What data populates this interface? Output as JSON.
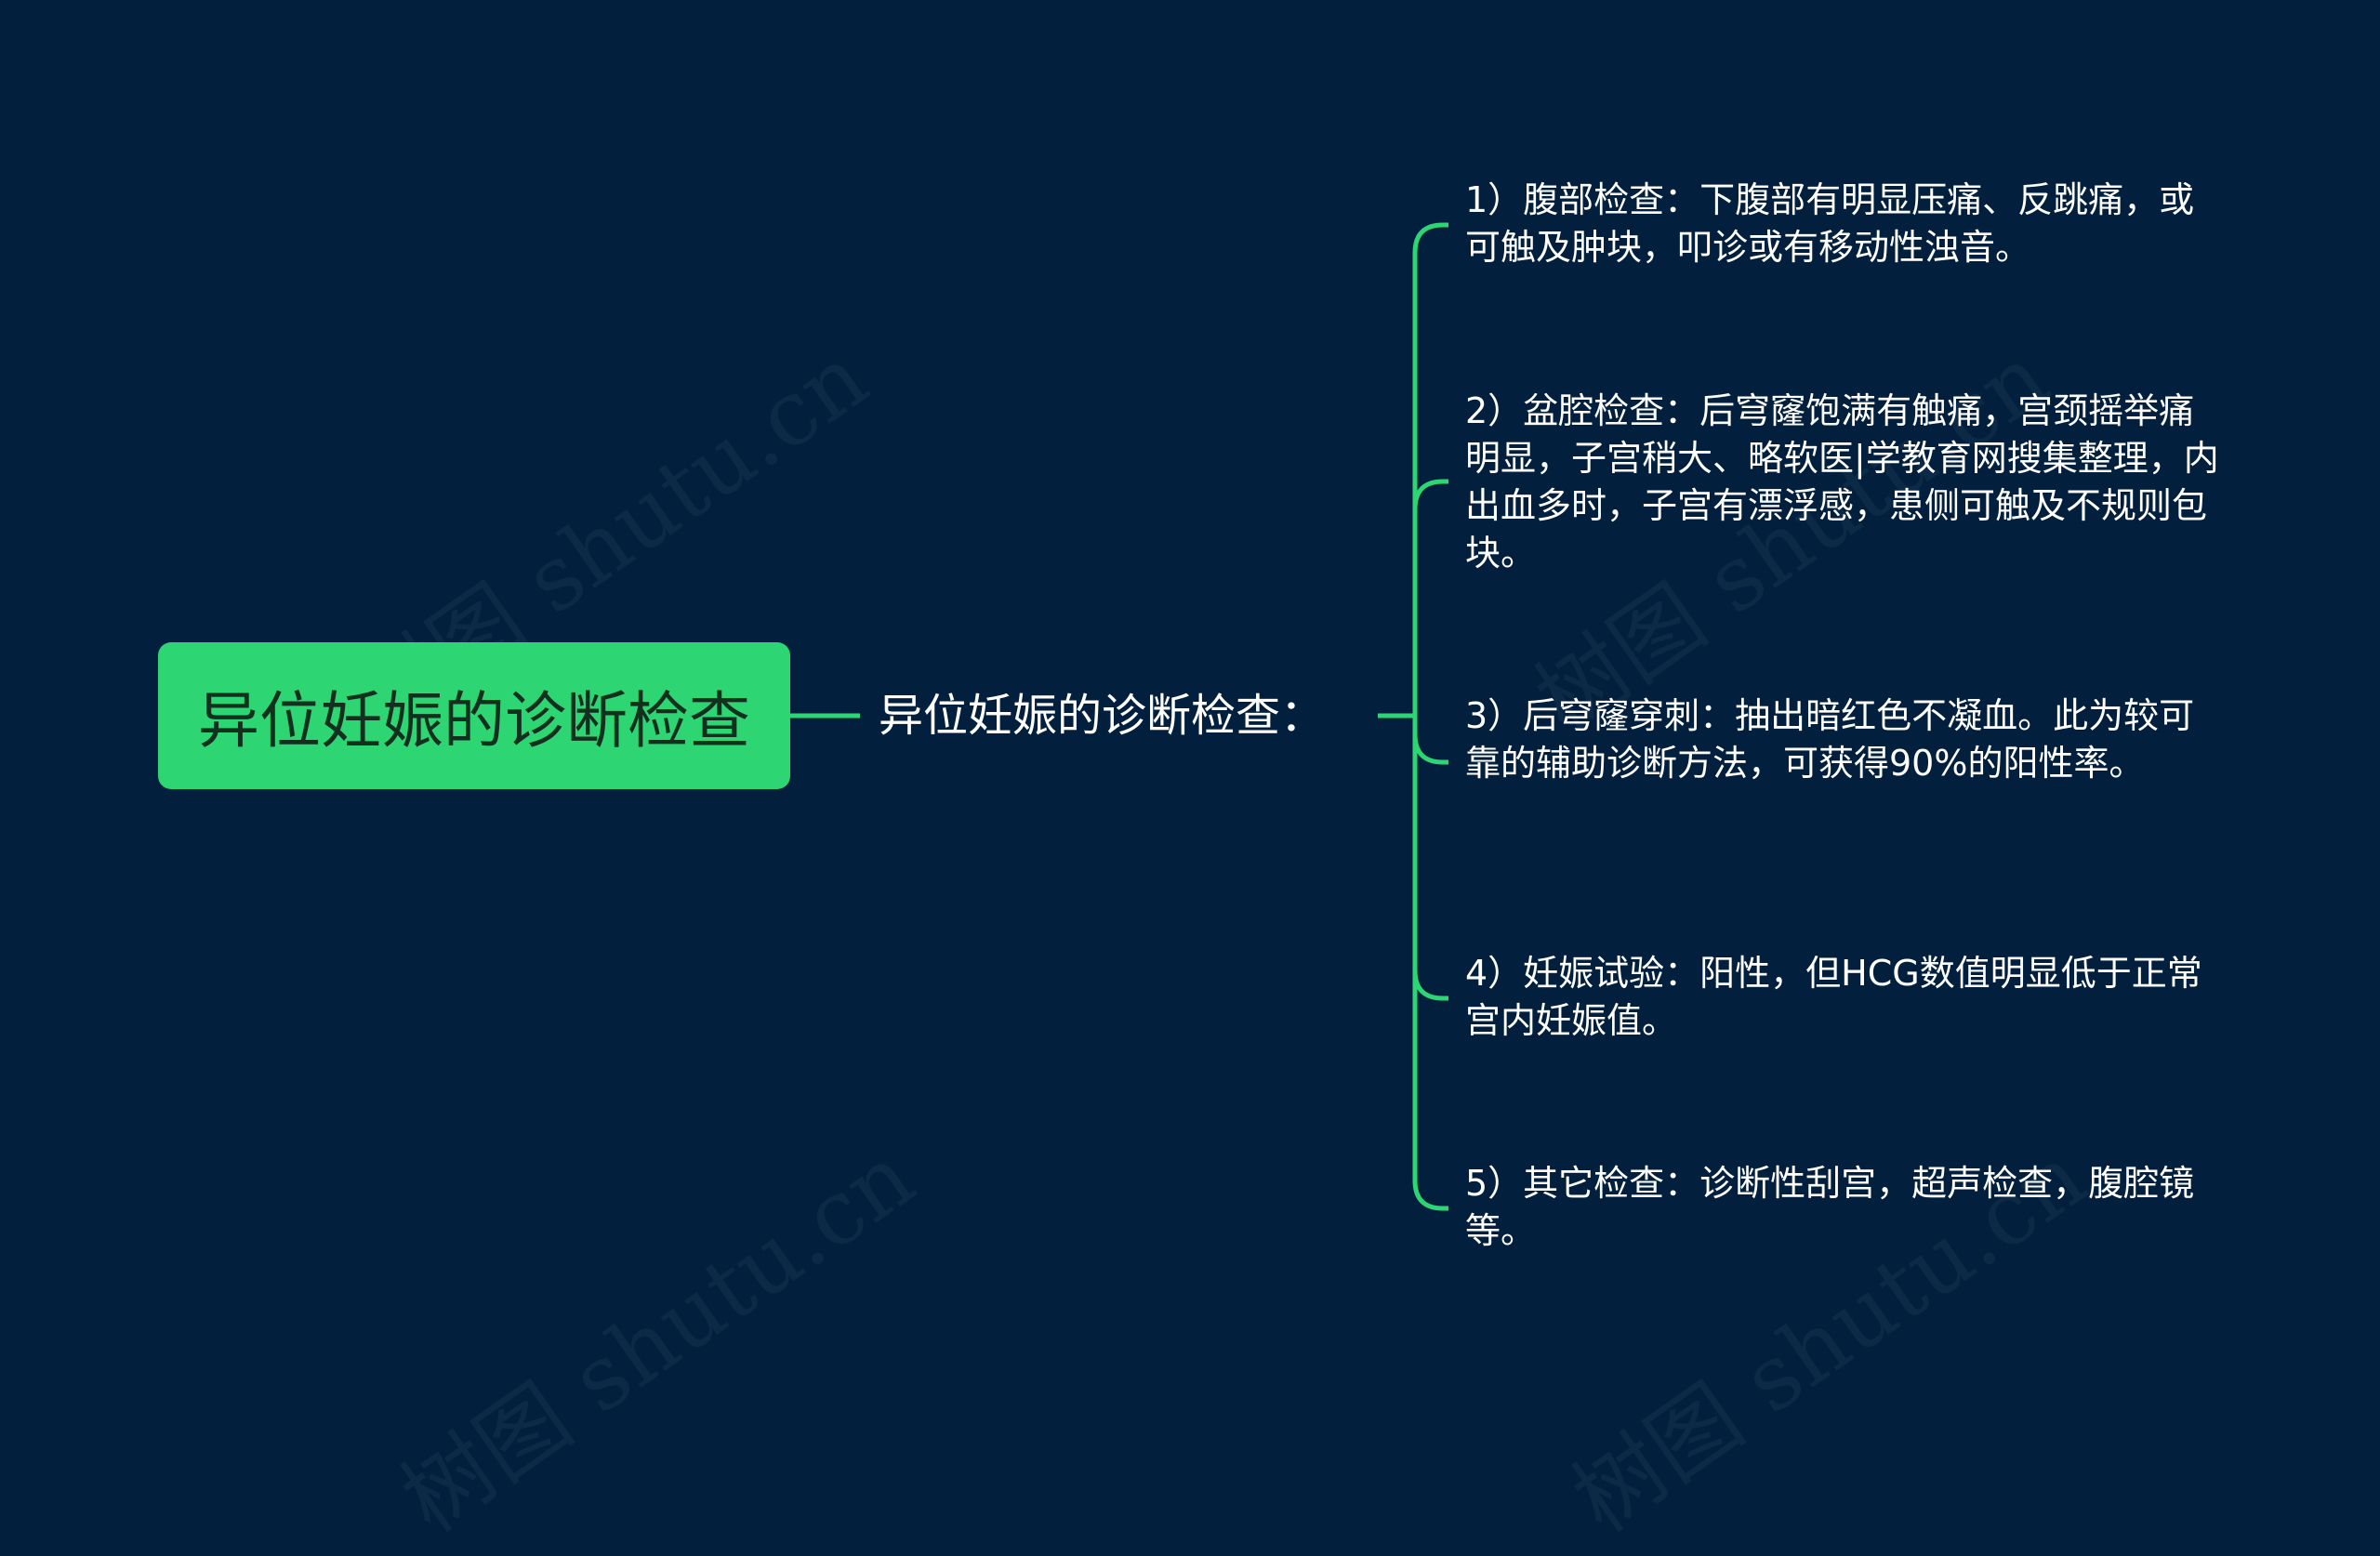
{
  "root": {
    "label": "异位妊娠的诊断检查"
  },
  "branch": {
    "label": "异位妊娠的诊断检查："
  },
  "items": [
    {
      "text": "1）腹部检查：下腹部有明显压痛、反跳痛，或可触及肿块，叩诊或有移动性浊音。"
    },
    {
      "text": "2）盆腔检查：后穹窿饱满有触痛，宫颈摇举痛明显，子宫稍大、略软医|学教育网搜集整理，内出血多时，子宫有漂浮感，患侧可触及不规则包块。"
    },
    {
      "text": "3）后穹窿穿刺：抽出暗红色不凝血。此为较可靠的辅助诊断方法，可获得90%的阳性率。"
    },
    {
      "text": "4）妊娠试验：阳性，但HCG数值明显低于正常宫内妊娠值。"
    },
    {
      "text": "5）其它检查：诊断性刮宫，超声检查，腹腔镜等。"
    }
  ],
  "colors": {
    "background": "#02203d",
    "accent": "#2ed573",
    "text": "#ffffff"
  }
}
